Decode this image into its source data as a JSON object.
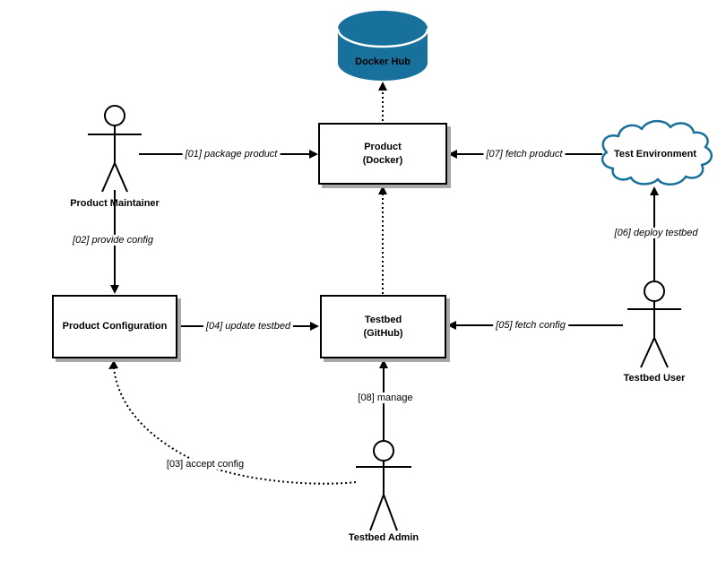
{
  "colors": {
    "accent": "#17719c",
    "node_border": "#000000",
    "shadow": "#a8a8a8"
  },
  "nodes": {
    "docker_hub": {
      "type": "database",
      "label": "Docker Hub"
    },
    "product_docker": {
      "type": "box",
      "line1": "Product",
      "line2": "(Docker)"
    },
    "product_configuration": {
      "type": "box",
      "label": "Product Configuration"
    },
    "testbed_github": {
      "type": "box",
      "line1": "Testbed",
      "line2": "(GitHub)"
    },
    "test_environment": {
      "type": "cloud",
      "label": "Test Environment"
    }
  },
  "actors": {
    "product_maintainer": {
      "label": "Product Maintainer"
    },
    "testbed_user": {
      "label": "Testbed User"
    },
    "testbed_admin": {
      "label": "Testbed Admin"
    }
  },
  "edges": {
    "e01": {
      "label": "[01] package product",
      "from": "product_maintainer",
      "to": "product_docker",
      "style": "solid"
    },
    "e02": {
      "label": "[02] provide config",
      "from": "product_maintainer",
      "to": "product_configuration",
      "style": "solid"
    },
    "e03": {
      "label": "[03] accept config",
      "from": "testbed_admin",
      "to": "product_configuration",
      "style": "dotted"
    },
    "e04": {
      "label": "[04] update testbed",
      "from": "product_configuration",
      "to": "testbed_github",
      "style": "solid"
    },
    "e05": {
      "label": "[05] fetch config",
      "from": "testbed_user",
      "to": "testbed_github",
      "style": "solid"
    },
    "e06": {
      "label": "[06] deploy testbed",
      "from": "testbed_user",
      "to": "test_environment",
      "style": "solid"
    },
    "e07": {
      "label": "[07] fetch product",
      "from": "test_environment",
      "to": "product_docker",
      "style": "solid"
    },
    "e08": {
      "label": "[08] manage",
      "from": "testbed_admin",
      "to": "testbed_github",
      "style": "solid"
    },
    "product_to_docker_hub": {
      "from": "product_docker",
      "to": "docker_hub",
      "style": "dotted"
    },
    "testbed_to_product": {
      "from": "testbed_github",
      "to": "product_docker",
      "style": "dotted"
    }
  }
}
